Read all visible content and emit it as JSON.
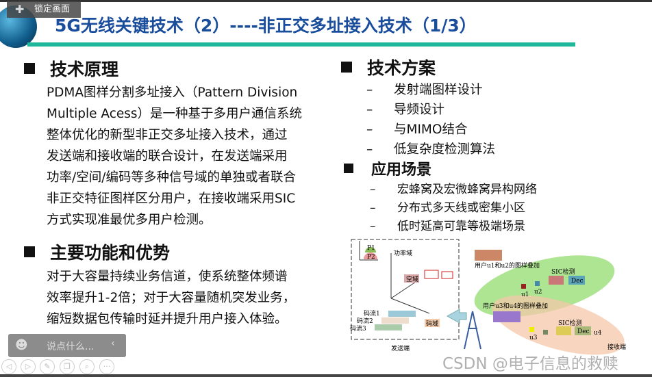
{
  "overlay": {
    "lock_label": "锁定画面",
    "chat_placeholder": "说点什么...",
    "watermark": "CSDN @电子信息的救赎"
  },
  "slide": {
    "title": "5G无线关键技术（2）----非正交多址接入技术（1/3）",
    "left": {
      "sections": [
        {
          "heading": "技术原理",
          "lines": [
            "PDMA图样分割多址接入（Pattern Division",
            "Multiple Acess）是一种基于多用户通信系统",
            "整体优化的新型非正交多址接入技术，通过",
            "发送端和接收端的联合设计，在发送端采用",
            "功率/空间/编码等多种信号域的单独或者联合",
            "非正交特征图样区分用户，在接收端采用SIC",
            "方式实现准最优多用户检测。"
          ]
        },
        {
          "heading": "主要功能和优势",
          "lines": [
            "对于大容量持续业务信道，使系统整体频谱",
            "效率提升1-2倍；对于大容量随机突发业务，",
            "缩短数据包传输时延并提升用户接入体验。"
          ]
        }
      ]
    },
    "right": {
      "scheme": {
        "heading": "技术方案",
        "items": [
          "发射端图样设计",
          "导频设计",
          "与MIMO结合",
          "低复杂度检测算法"
        ]
      },
      "scenes": {
        "heading": "应用场景",
        "items": [
          "宏蜂窝及宏微蜂窝异构网络",
          "分布式多天线或密集小区",
          "低时延高可靠等极端场景"
        ]
      },
      "dash": "–"
    },
    "diagram": {
      "power_domain": "功率域",
      "space_domain": "空域",
      "code_domain": "码域",
      "stream1": "码流1",
      "stream2": "码流2",
      "stream3": "码流3",
      "transmitter": "发送端",
      "receiver": "接收端",
      "sic": "SIC检测",
      "dec": "Dec",
      "pattern12": "用户u1和u2的图样叠加",
      "pattern34": "用户u3和u4的图样叠加",
      "u1": "u1",
      "u2": "u2",
      "u3": "u3",
      "u4": "u4",
      "p1": "P1",
      "p2": "P2"
    }
  },
  "colors": {
    "title": "#1a4d9c",
    "rule": "#1fb89a"
  }
}
